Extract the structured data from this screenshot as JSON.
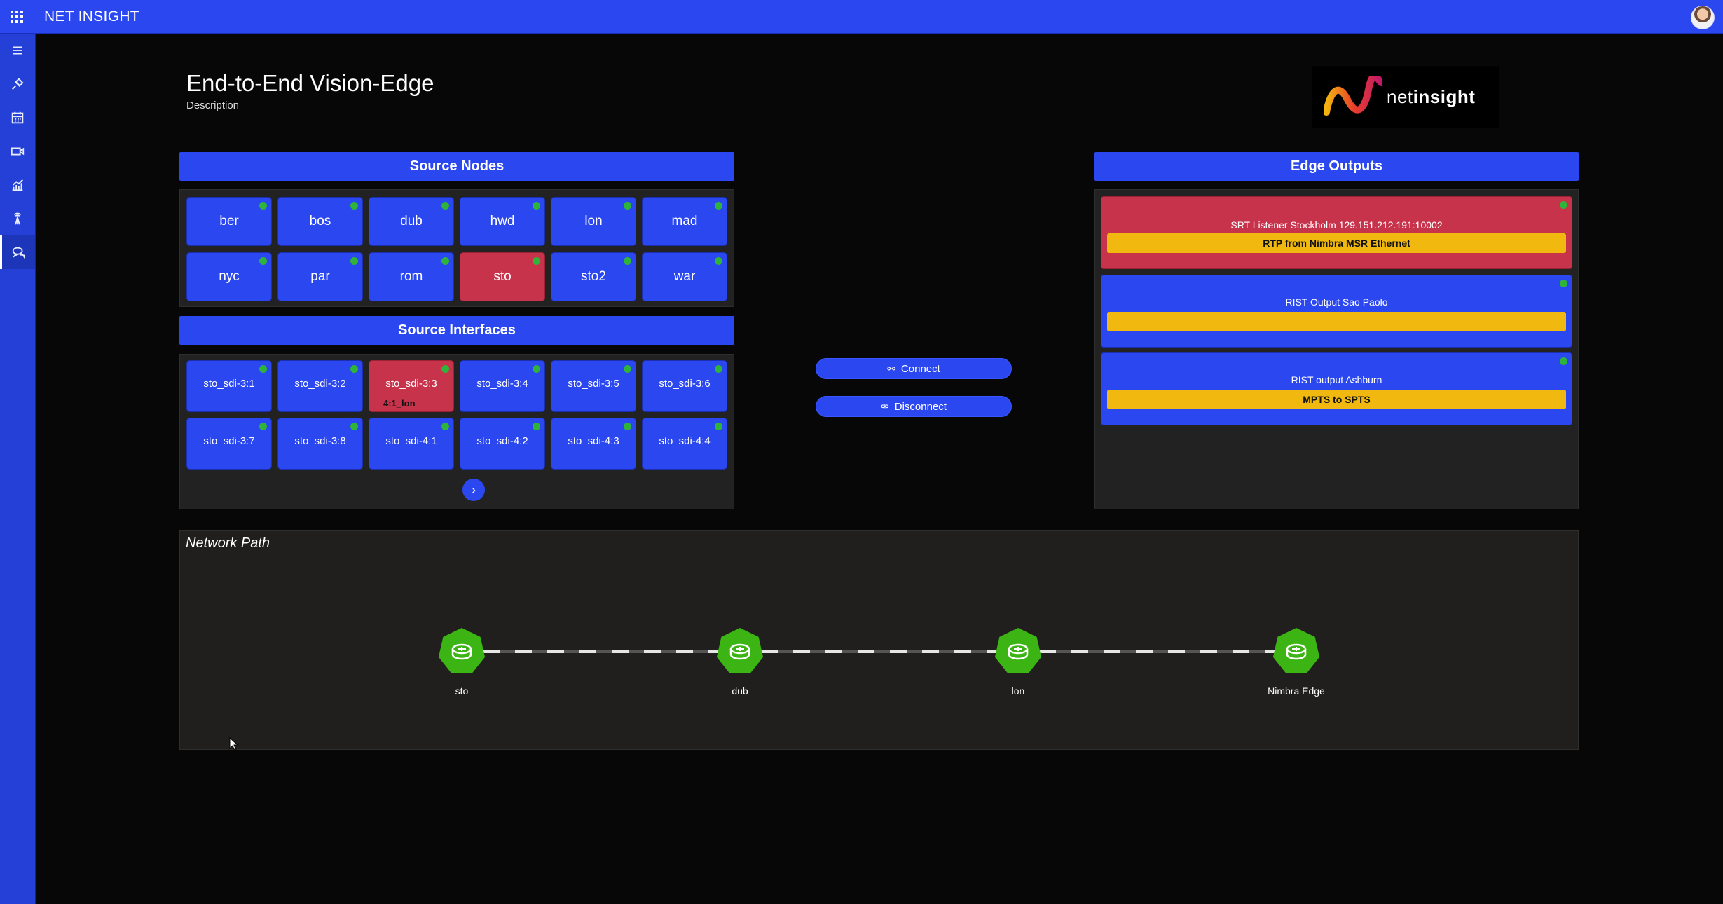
{
  "app": {
    "title": "NET INSIGHT"
  },
  "rail": {
    "items": [
      {
        "icon": "hamburger-menu-icon"
      },
      {
        "icon": "connection-plug-icon"
      },
      {
        "icon": "calendar-icon"
      },
      {
        "icon": "camera-icon"
      },
      {
        "icon": "analytics-chart-icon"
      },
      {
        "icon": "antenna-tower-icon"
      },
      {
        "icon": "link-chat-icon"
      }
    ]
  },
  "page": {
    "title": "End-to-End Vision-Edge",
    "description": "Description"
  },
  "logo": {
    "text_light": "net",
    "text_bold": "insight"
  },
  "source_nodes": {
    "header": "Source Nodes",
    "items": [
      {
        "label": "ber",
        "selected": false
      },
      {
        "label": "bos",
        "selected": false
      },
      {
        "label": "dub",
        "selected": false
      },
      {
        "label": "hwd",
        "selected": false
      },
      {
        "label": "lon",
        "selected": false
      },
      {
        "label": "mad",
        "selected": false
      },
      {
        "label": "nyc",
        "selected": false
      },
      {
        "label": "par",
        "selected": false
      },
      {
        "label": "rom",
        "selected": false
      },
      {
        "label": "sto",
        "selected": true
      },
      {
        "label": "sto2",
        "selected": false
      },
      {
        "label": "war",
        "selected": false
      }
    ]
  },
  "source_interfaces": {
    "header": "Source Interfaces",
    "items": [
      {
        "label": "sto_sdi-3:1",
        "sub": ""
      },
      {
        "label": "sto_sdi-3:2",
        "sub": ""
      },
      {
        "label": "sto_sdi-3:3",
        "sub": "4:1_lon"
      },
      {
        "label": "sto_sdi-3:4",
        "sub": ""
      },
      {
        "label": "sto_sdi-3:5",
        "sub": ""
      },
      {
        "label": "sto_sdi-3:6",
        "sub": ""
      },
      {
        "label": "sto_sdi-3:7",
        "sub": ""
      },
      {
        "label": "sto_sdi-3:8",
        "sub": ""
      },
      {
        "label": "sto_sdi-4:1",
        "sub": ""
      },
      {
        "label": "sto_sdi-4:2",
        "sub": ""
      },
      {
        "label": "sto_sdi-4:3",
        "sub": ""
      },
      {
        "label": "sto_sdi-4:4",
        "sub": ""
      }
    ]
  },
  "actions": {
    "connect": "Connect",
    "disconnect": "Disconnect"
  },
  "edge_outputs": {
    "header": "Edge Outputs",
    "items": [
      {
        "title": "SRT Listener Stockholm 129.151.212.191:10002",
        "bar": "RTP from Nimbra MSR Ethernet",
        "selected": true
      },
      {
        "title": "RIST Output Sao Paolo",
        "bar": "",
        "selected": false
      },
      {
        "title": "RIST output Ashburn",
        "bar": "MPTS to SPTS",
        "selected": false
      }
    ]
  },
  "network_path": {
    "title": "Network Path",
    "nodes": [
      {
        "label": "sto"
      },
      {
        "label": "dub"
      },
      {
        "label": "lon"
      },
      {
        "label": "Nimbra Edge"
      }
    ]
  },
  "colors": {
    "primary": "#2b48f0",
    "selected": "#c8334c",
    "status_ok": "#2fb43a",
    "bar_yellow": "#f1b90f",
    "node_green": "#3cb414"
  }
}
